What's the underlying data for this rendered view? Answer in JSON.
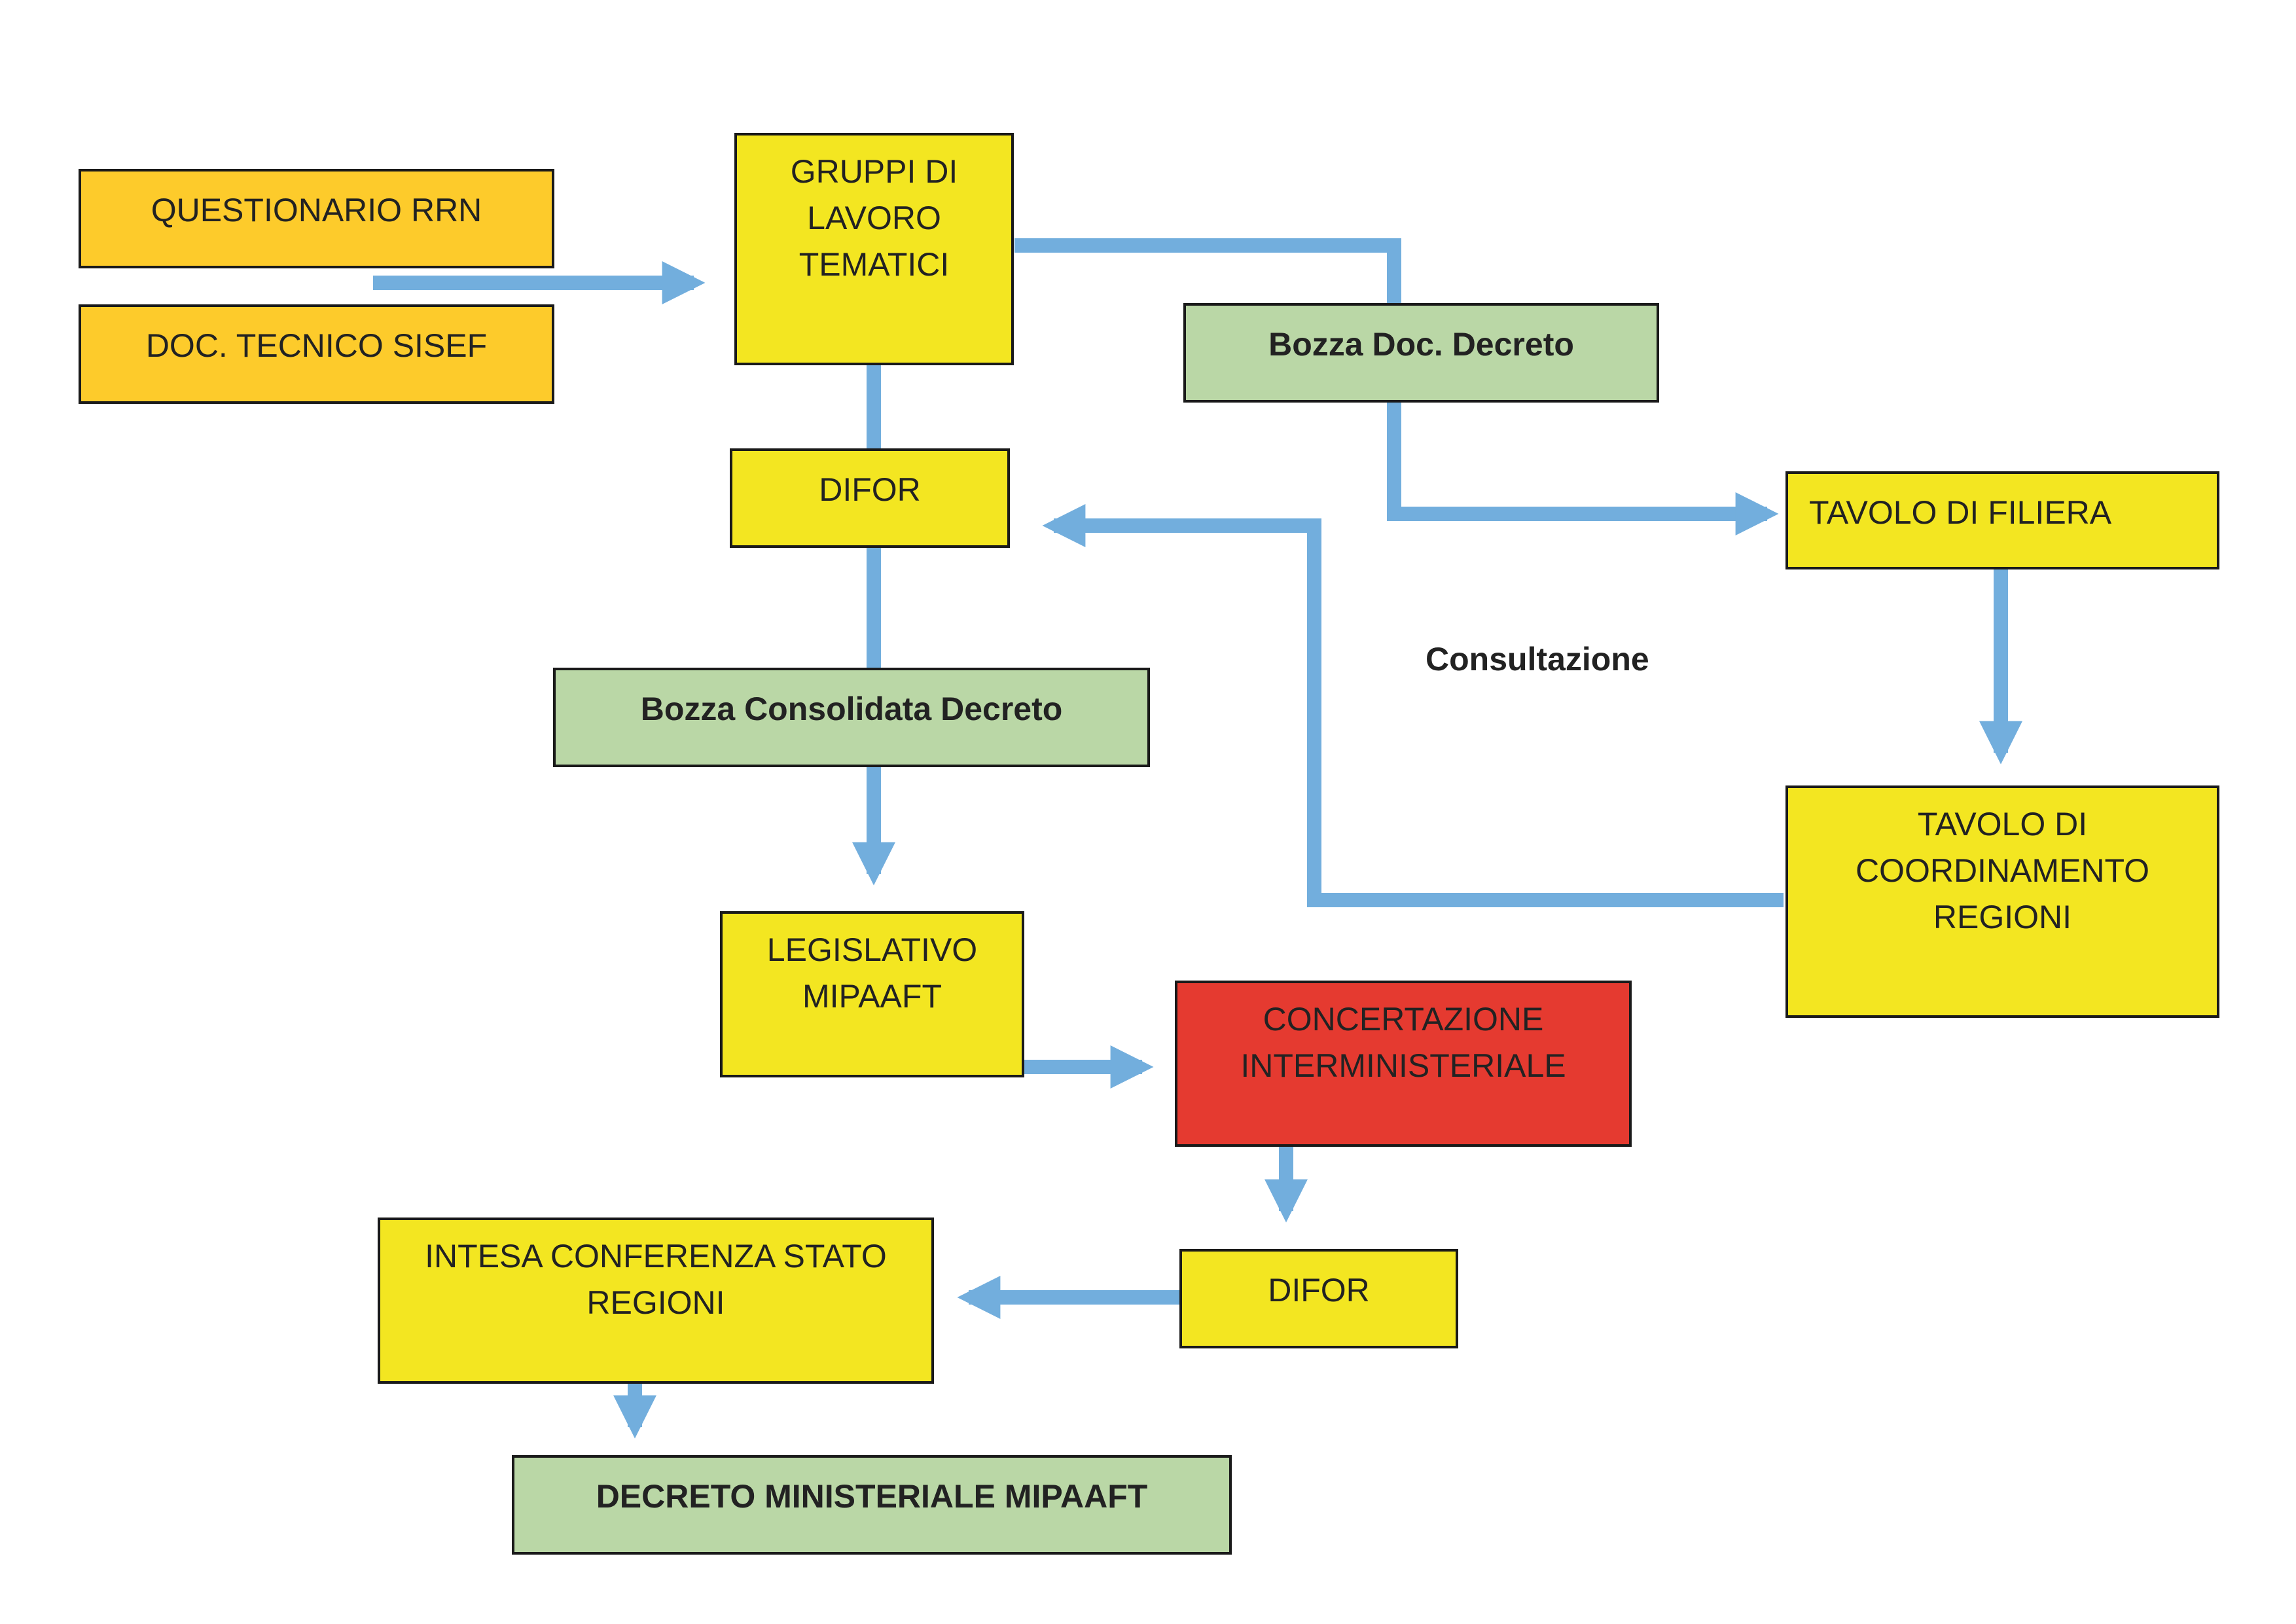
{
  "nodes": {
    "questionario": "QUESTIONARIO RRN",
    "doc_tecnico": "DOC. TECNICO SISEF",
    "gruppi": [
      "GRUPPI DI",
      "LAVORO",
      "TEMATICI"
    ],
    "bozza_doc": "Bozza Doc. Decreto",
    "difor_top": "DIFOR",
    "tavolo_filiera": "TAVOLO DI FILIERA",
    "bozza_consolidata": "Bozza Consolidata Decreto",
    "tavolo_coordinamento": [
      "TAVOLO DI",
      "COORDINAMENTO",
      "REGIONI"
    ],
    "legislativo": [
      "LEGISLATIVO",
      "MIPAAFT"
    ],
    "concertazione": [
      "CONCERTAZIONE",
      "INTERMINISTERIALE"
    ],
    "difor_bottom": "DIFOR",
    "intesa": [
      "INTESA CONFERENZA STATO",
      "REGIONI"
    ],
    "decreto": "DECRETO MINISTERIALE MIPAAFT"
  },
  "labels": {
    "consultazione": "Consultazione"
  },
  "colors": {
    "input_box": "#fdcb2b",
    "process_box": "#f3e621",
    "document_box": "#bad7a6",
    "critical_box": "#e53a30",
    "connector": "#72aedd"
  }
}
